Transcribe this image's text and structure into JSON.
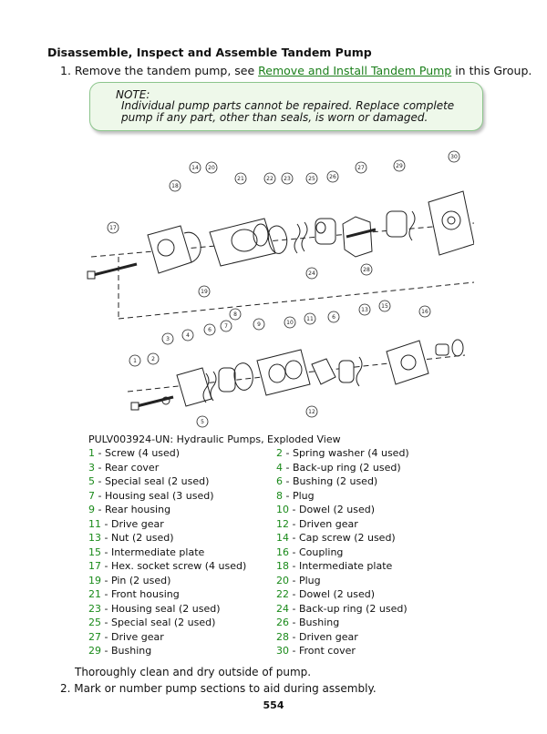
{
  "section_title": "Disassemble, Inspect and Assemble Tandem Pump",
  "step1": {
    "number": "1.",
    "before": "Remove the tandem pump, see ",
    "link": "Remove and Install Tandem Pump",
    "after": " in this Group."
  },
  "note": {
    "title": "NOTE:",
    "line1": "Individual pump parts cannot be repaired. Replace complete",
    "line2": "pump if any part, other than seals, is worn or damaged."
  },
  "figure": {
    "callouts": [
      "1",
      "2",
      "3",
      "4",
      "5",
      "6",
      "7",
      "8",
      "9",
      "10",
      "11",
      "12",
      "13",
      "14",
      "15",
      "16",
      "17",
      "18",
      "19",
      "20",
      "21",
      "22",
      "23",
      "24",
      "25",
      "26",
      "27",
      "28",
      "29",
      "30"
    ],
    "caption": "PULV003924-UN: Hydraulic Pumps, Exploded View"
  },
  "legend": [
    {
      "num": "1",
      "text": "Screw (4 used)"
    },
    {
      "num": "2",
      "text": "Spring washer (4 used)"
    },
    {
      "num": "3",
      "text": "Rear cover"
    },
    {
      "num": "4",
      "text": "Back-up ring (2 used)"
    },
    {
      "num": "5",
      "text": "Special seal (2 used)"
    },
    {
      "num": "6",
      "text": "Bushing (2 used)"
    },
    {
      "num": "7",
      "text": "Housing seal (3 used)"
    },
    {
      "num": "8",
      "text": "Plug"
    },
    {
      "num": "9",
      "text": "Rear housing"
    },
    {
      "num": "10",
      "text": "Dowel (2 used)"
    },
    {
      "num": "11",
      "text": "Drive gear"
    },
    {
      "num": "12",
      "text": "Driven gear"
    },
    {
      "num": "13",
      "text": "Nut (2 used)"
    },
    {
      "num": "14",
      "text": "Cap screw (2 used)"
    },
    {
      "num": "15",
      "text": "Intermediate plate"
    },
    {
      "num": "16",
      "text": "Coupling"
    },
    {
      "num": "17",
      "text": "Hex. socket screw (4 used)"
    },
    {
      "num": "18",
      "text": "Intermediate plate"
    },
    {
      "num": "19",
      "text": "Pin (2 used)"
    },
    {
      "num": "20",
      "text": "Plug"
    },
    {
      "num": "21",
      "text": "Front housing"
    },
    {
      "num": "22",
      "text": "Dowel (2 used)"
    },
    {
      "num": "23",
      "text": "Housing seal (2 used)"
    },
    {
      "num": "24",
      "text": "Back-up ring (2 used)"
    },
    {
      "num": "25",
      "text": "Special seal (2 used)"
    },
    {
      "num": "26",
      "text": "Bushing"
    },
    {
      "num": "27",
      "text": "Drive gear"
    },
    {
      "num": "28",
      "text": "Driven gear"
    },
    {
      "num": "29",
      "text": "Bushing"
    },
    {
      "num": "30",
      "text": "Front cover"
    }
  ],
  "after_text": "Thoroughly clean and dry outside of pump.",
  "step2": {
    "number": "2.",
    "text": "Mark or number pump sections to aid during assembly."
  },
  "page_number": "554",
  "colors": {
    "link": "#1a7f1a",
    "legend_number": "#1a8a1a",
    "note_border": "#8cc58c",
    "note_bg": "#eef8ea"
  }
}
